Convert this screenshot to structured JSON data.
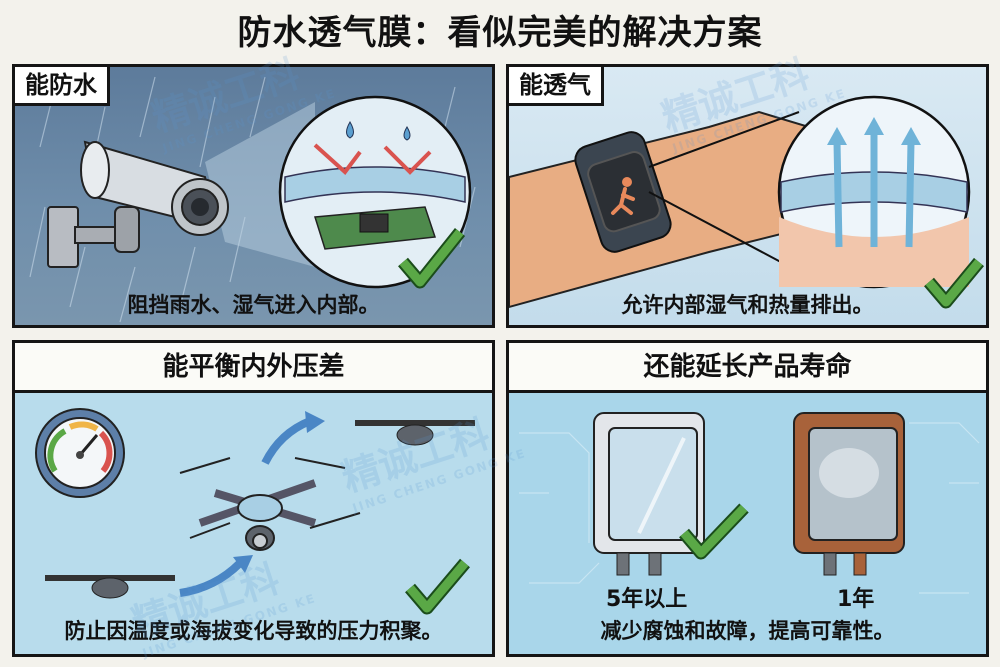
{
  "title": "防水透气膜：看似完美的解决方案",
  "panels": [
    {
      "id": "waterproof",
      "label": "能防水",
      "caption": "阻挡雨水、湿气进入内部。",
      "illustration": "security-camera-in-rain",
      "detail": "membrane-blocking-water-over-circuit-board",
      "check": "green-checkmark"
    },
    {
      "id": "breathable",
      "label": "能透气",
      "caption": "允许内部湿气和热量排出。",
      "illustration": "smartwatch-on-sweaty-wrist",
      "detail": "membrane-letting-vapor-out",
      "check": "green-checkmark"
    },
    {
      "id": "pressure",
      "label": "能平衡内外压差",
      "caption": "防止因温度或海拔变化导致的压力积聚。",
      "illustration": "drones-changing-altitude",
      "detail": "pressure-gauge",
      "check": "green-checkmark"
    },
    {
      "id": "lifespan",
      "label": "还能延长产品寿命",
      "caption": "减少腐蚀和故障，提高可靠性。",
      "left_label": "5年以上",
      "right_label": "1年",
      "illustration": "clean-vs-rusted-enclosure",
      "check": "green-checkmark"
    }
  ],
  "watermark": {
    "cn": "精诚工科",
    "en": "JING CHENG GONG KE"
  },
  "colors": {
    "check_green": "#5aa846",
    "arrow_red": "#d9534f",
    "outline": "#151515",
    "background": "#f3f2ec"
  }
}
